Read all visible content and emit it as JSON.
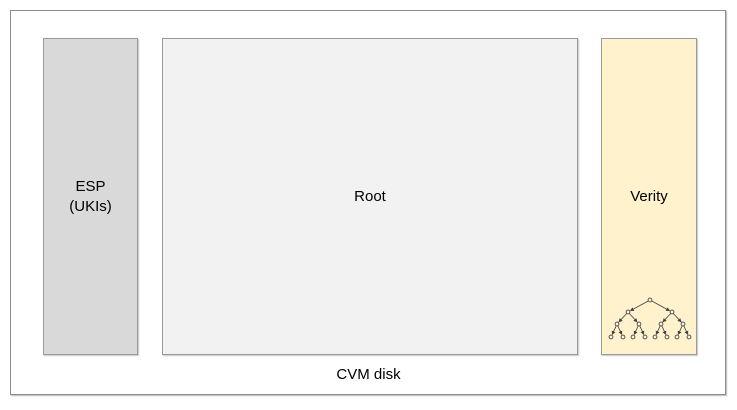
{
  "diagram": {
    "title": "CVM disk",
    "partitions": [
      {
        "id": "esp",
        "label": "ESP\n(UKIs)",
        "fill": "#d9d9d9"
      },
      {
        "id": "root",
        "label": "Root",
        "fill": "#f2f2f2"
      },
      {
        "id": "verity",
        "label": "Verity",
        "fill": "#fff2cc",
        "icon": "merkle-tree-icon"
      }
    ],
    "colors": {
      "outer_border": "#8c8c8c",
      "partition_border": "#999999",
      "text": "#000000",
      "background": "#ffffff",
      "tree_stroke": "#404040"
    }
  }
}
